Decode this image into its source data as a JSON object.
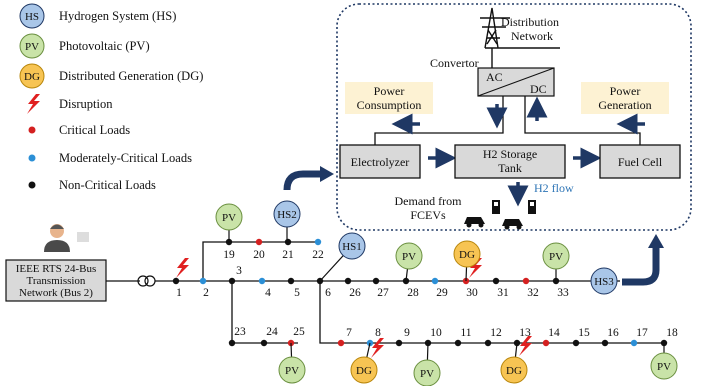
{
  "legend": {
    "hs_badge": "HS",
    "hs_text": "Hydrogen System (HS)",
    "pv_badge": "PV",
    "pv_text": "Photovoltaic (PV)",
    "dg_badge": "DG",
    "dg_text": "Distributed Generation (DG)",
    "disruption": "Disruption",
    "critical": "Critical Loads",
    "moderate": "Moderately-Critical Loads",
    "noncritical": "Non-Critical Loads"
  },
  "hydrogen_system": {
    "distribution_network": [
      "Distribution",
      "Network"
    ],
    "convertor": "Convertor",
    "ac": "AC",
    "dc": "DC",
    "power_consumption": [
      "Power",
      "Consumption"
    ],
    "power_generation": [
      "Power",
      "Generation"
    ],
    "electrolyzer": "Electrolyzer",
    "h2_storage": [
      "H2 Storage",
      "Tank"
    ],
    "fuel_cell": "Fuel Cell",
    "h2_flow": "H2 flow",
    "demand": [
      "Demand from",
      "FCEVs"
    ]
  },
  "transmission": [
    "IEEE RTS 24-Bus",
    "Transmission",
    "Network (Bus 2)"
  ],
  "buses": [
    "1",
    "2",
    "3",
    "4",
    "5",
    "6",
    "7",
    "8",
    "9",
    "10",
    "11",
    "12",
    "13",
    "14",
    "15",
    "16",
    "17",
    "18",
    "19",
    "20",
    "21",
    "22",
    "23",
    "24",
    "25",
    "26",
    "27",
    "28",
    "29",
    "30",
    "31",
    "32",
    "33"
  ],
  "bus_types": {
    "critical": [
      "20",
      "25",
      "7",
      "14",
      "30",
      "32"
    ],
    "moderate": [
      "2",
      "4",
      "22",
      "29",
      "8",
      "17"
    ]
  },
  "hs_units": [
    "HS1",
    "HS2",
    "HS3"
  ],
  "pv_units": [
    "PV",
    "PV",
    "PV",
    "PV",
    "PV",
    "PV",
    "PV"
  ],
  "dg_units": [
    "DG",
    "DG",
    "DG"
  ],
  "colors": {
    "hs_fill": "#a9c6e8",
    "pv_fill": "#c9e3a8",
    "dg_fill": "#f7c453",
    "critical": "#d42020",
    "moderate": "#2b8fd6",
    "noncritical": "#111111",
    "callout_fill": "#fdf2d3",
    "box_fill": "#d9d9d9",
    "arrow": "#1f3864",
    "h2_flow_text": "#2e75b6",
    "border": "#1f3864"
  }
}
